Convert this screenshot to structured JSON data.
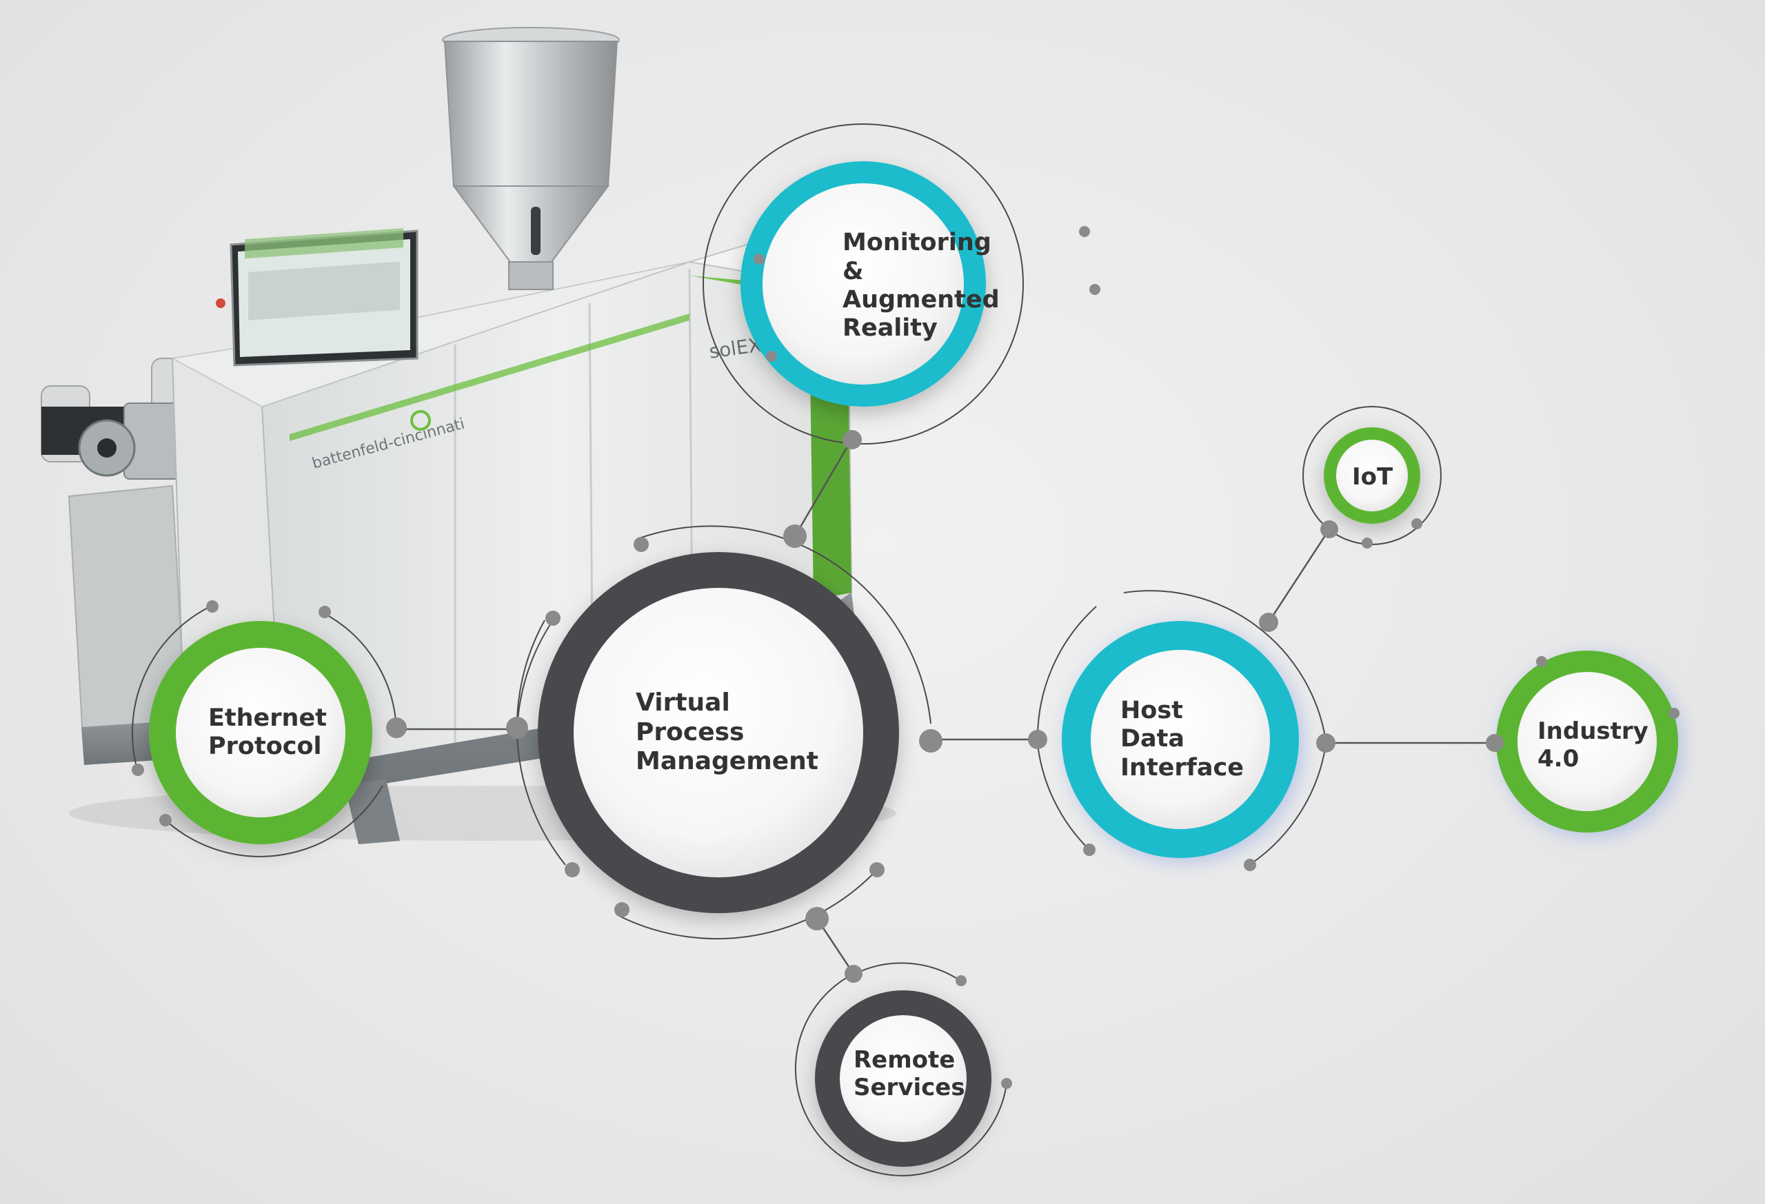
{
  "machine": {
    "brand": "battenfeld-cincinnati",
    "model": "solEX 45-40"
  },
  "colors": {
    "background": "#e8e8e8",
    "teal": "#1ebccc",
    "green": "#5cb531",
    "dark_gray": "#4a4a4e",
    "connector": "#555555",
    "dot": "#8a8a8a",
    "machine_accent": "#6cbf3f"
  },
  "nodes": {
    "monitoring": {
      "lines": [
        "Monitoring",
        "& Augmented",
        "Reality"
      ],
      "ring_color": "teal"
    },
    "virtual_process": {
      "lines": [
        "Virtual Process",
        "Management"
      ],
      "ring_color": "dark_gray"
    },
    "ethernet": {
      "lines": [
        "Ethernet",
        "Protocol"
      ],
      "ring_color": "green"
    },
    "host_data": {
      "lines": [
        "Host Data",
        "Interface"
      ],
      "ring_color": "teal"
    },
    "iot": {
      "lines": [
        "IoT"
      ],
      "ring_color": "green"
    },
    "industry": {
      "lines": [
        "Industry",
        "4.0"
      ],
      "ring_color": "green"
    },
    "remote": {
      "lines": [
        "Remote",
        "Services"
      ],
      "ring_color": "dark_gray"
    }
  },
  "icons": {
    "hopper": "hopper-icon",
    "control_screen": "control-panel-screen-icon",
    "logo": "battenfeld-logo-icon"
  }
}
